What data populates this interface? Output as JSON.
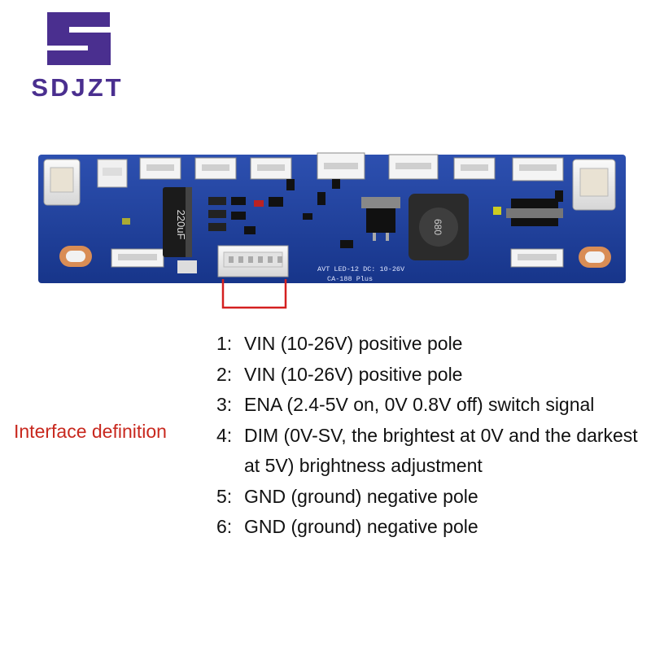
{
  "brand": {
    "mark": "S",
    "name": "SDJZT",
    "color": "#4a2f8f"
  },
  "board": {
    "silkscreen_lines": [
      "AVT LED-12 DC: 10-26V",
      "CA-188 Plus"
    ],
    "capacitor_text": "220uF",
    "inductor_text": "680",
    "pcb_color": "#1f3f9a",
    "highlight_color": "#d42020"
  },
  "interface_label": "Interface definition",
  "pins": [
    {
      "num": "1:",
      "text": "VIN (10-26V) positive pole"
    },
    {
      "num": "2:",
      "text": "VIN (10-26V) positive pole"
    },
    {
      "num": "3:",
      "text": "ENA (2.4-5V on, 0V 0.8V off) switch signal"
    },
    {
      "num": "4:",
      "text": "DIM (0V-SV, the brightest at 0V and the darkest at 5V) brightness adjustment"
    },
    {
      "num": "5:",
      "text": "GND (ground) negative pole"
    },
    {
      "num": "6:",
      "text": "GND (ground) negative pole"
    }
  ]
}
